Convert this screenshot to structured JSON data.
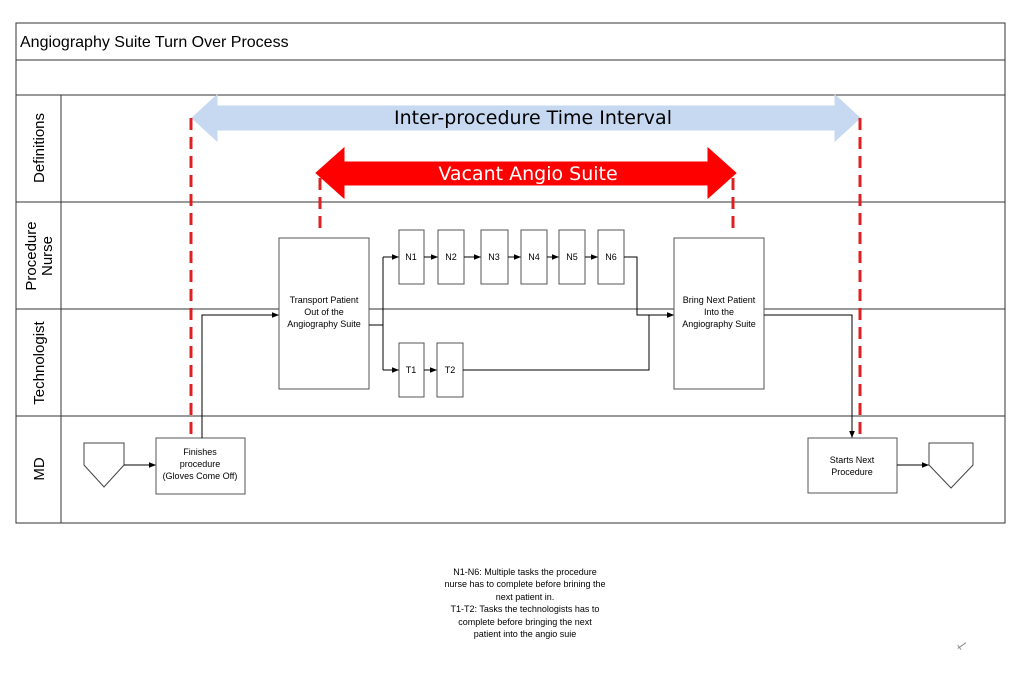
{
  "title": "Angiography Suite Turn Over Process",
  "lanes": {
    "definitions": "Definitions",
    "nurse_line1": "Procedure",
    "nurse_line2": "Nurse",
    "technologist": "Technologist",
    "md": "MD"
  },
  "banners": {
    "inter_procedure": "Inter-procedure Time Interval",
    "vacant": "Vacant Angio Suite"
  },
  "boxes": {
    "finishes": [
      "Finishes",
      "procedure",
      "(Gloves Come Off)"
    ],
    "transport": [
      "Transport Patient",
      "Out of the",
      "Angiography Suite"
    ],
    "bring_next": [
      "Bring Next Patient",
      "Into the",
      "Angiography Suite"
    ],
    "starts_next": [
      "Starts Next",
      "Procedure"
    ]
  },
  "nurse_tasks": [
    "N1",
    "N2",
    "N3",
    "N4",
    "N5",
    "N6"
  ],
  "tech_tasks": [
    "T1",
    "T2"
  ],
  "footnote": {
    "n_note": "N1-N6: Multiple tasks the procedure\nnurse has to complete before brining the\nnext patient in.",
    "t_note": "T1-T2: Tasks the technologists has to\ncomplete before bringing the next\npatient into the angio suie"
  },
  "colors": {
    "inter_procedure_arrow": "#c6d9f1",
    "vacant_arrow": "#ff0000",
    "dashed_markers": "#e02020"
  }
}
